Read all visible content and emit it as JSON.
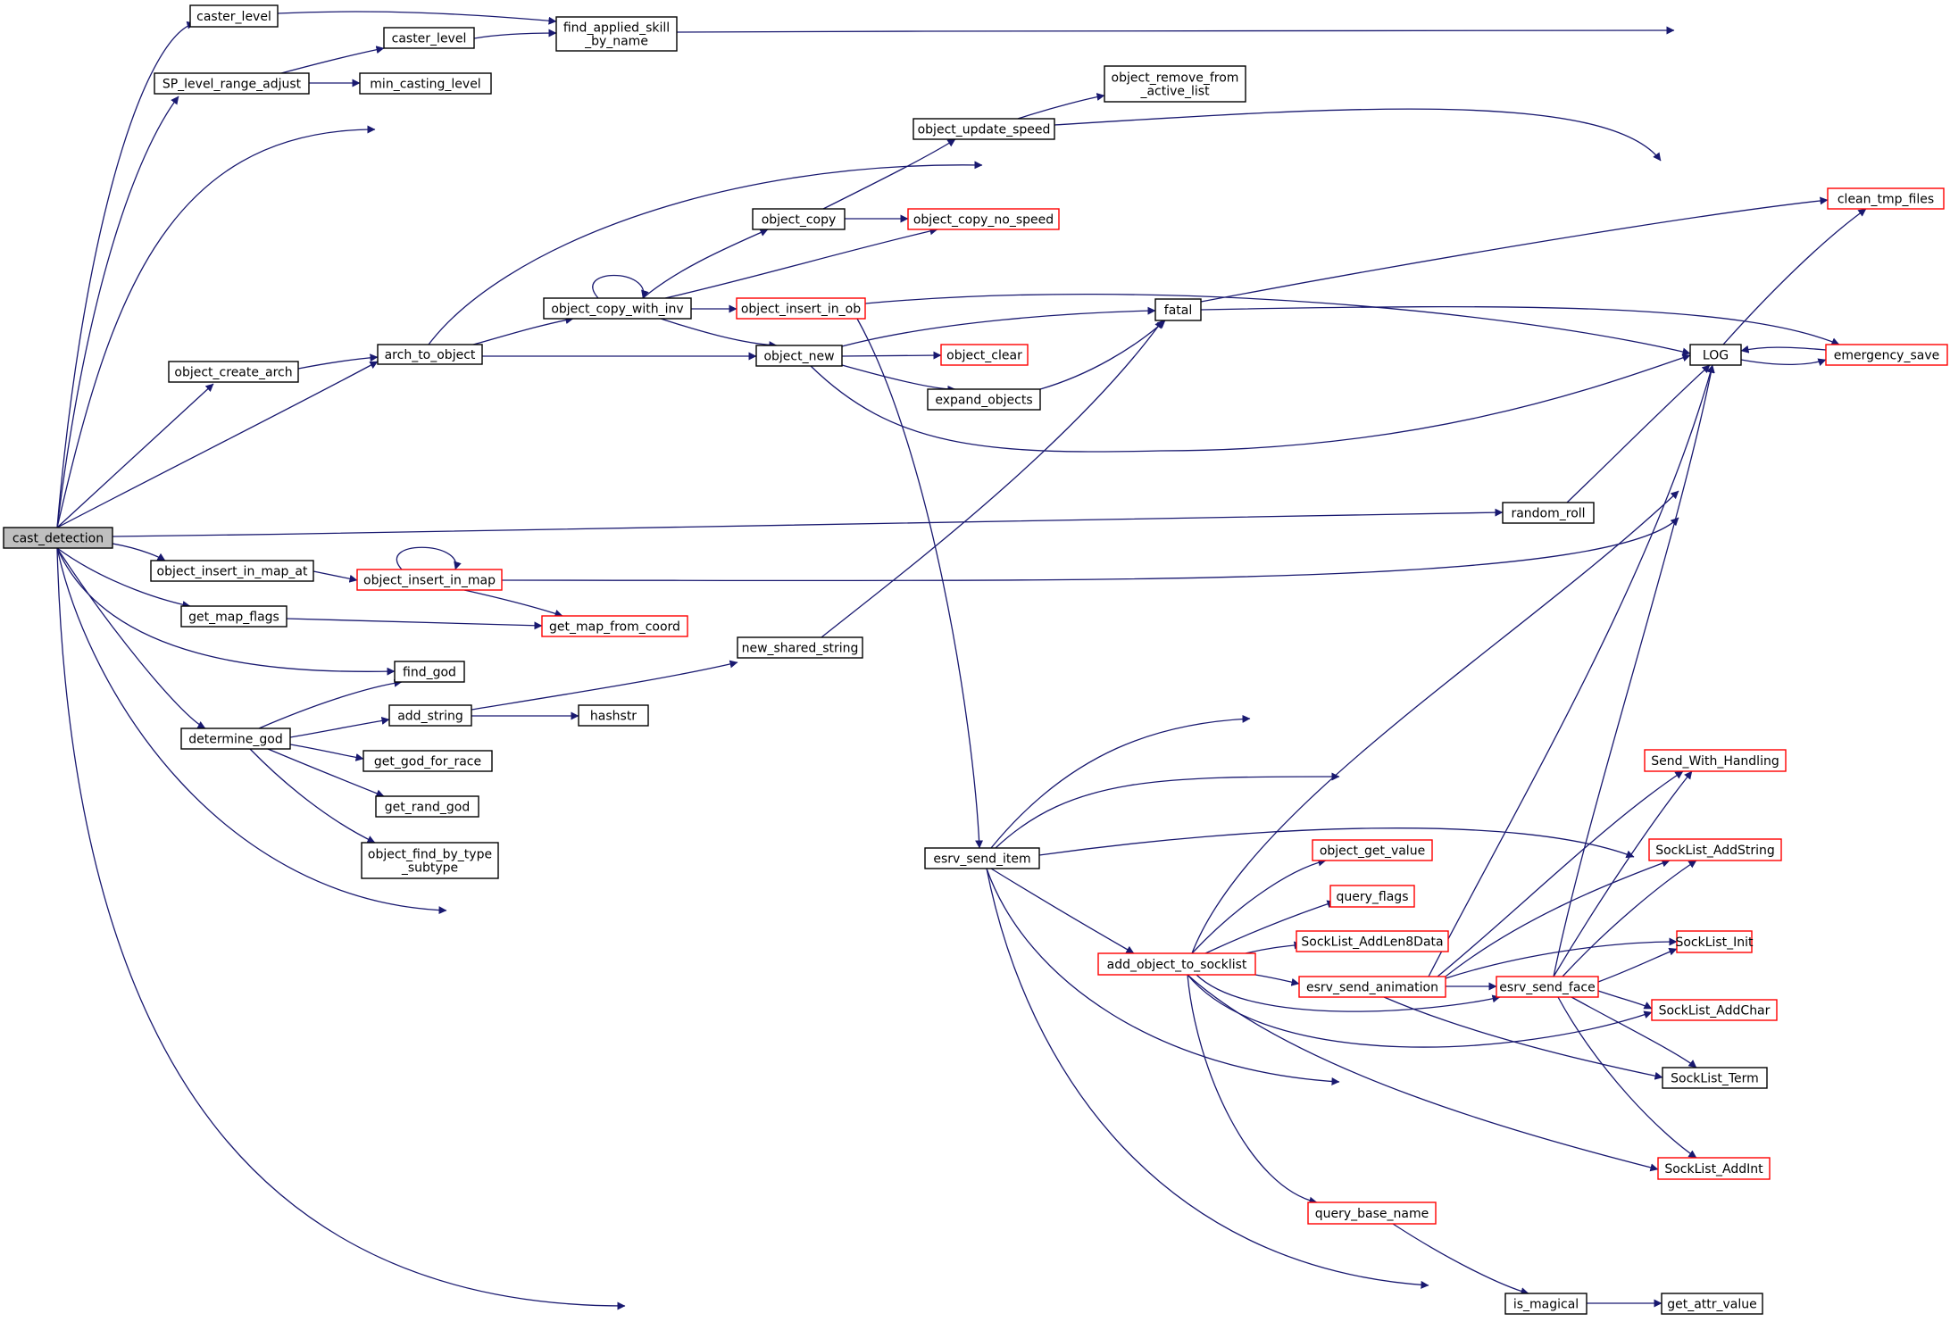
{
  "graph": {
    "title": "",
    "colors": {
      "edge": "#191970",
      "normal_border": "#000000",
      "truncated_border": "#ff0000",
      "root_fill": "#bfbfbf",
      "node_fill": "#ffffff"
    },
    "nodes": [
      {
        "id": "cast_detection",
        "lines": [
          "cast_detection"
        ],
        "style": "root"
      },
      {
        "id": "caster_level_1",
        "lines": [
          "caster_level"
        ],
        "style": "normal"
      },
      {
        "id": "sp_level_range_adjust",
        "lines": [
          "SP_level_range_adjust"
        ],
        "style": "normal"
      },
      {
        "id": "caster_level_2",
        "lines": [
          "caster_level"
        ],
        "style": "normal"
      },
      {
        "id": "find_applied_skill_by_name",
        "lines": [
          "find_applied_skill",
          "_by_name"
        ],
        "style": "normal"
      },
      {
        "id": "min_casting_level",
        "lines": [
          "min_casting_level"
        ],
        "style": "normal"
      },
      {
        "id": "object_update_speed",
        "lines": [
          "object_update_speed"
        ],
        "style": "normal"
      },
      {
        "id": "object_remove_from_active_list",
        "lines": [
          "object_remove_from",
          "_active_list"
        ],
        "style": "normal"
      },
      {
        "id": "object_copy",
        "lines": [
          "object_copy"
        ],
        "style": "normal"
      },
      {
        "id": "object_copy_no_speed",
        "lines": [
          "object_copy_no_speed"
        ],
        "style": "truncated"
      },
      {
        "id": "object_copy_with_inv",
        "lines": [
          "object_copy_with_inv"
        ],
        "style": "normal"
      },
      {
        "id": "object_insert_in_ob",
        "lines": [
          "object_insert_in_ob"
        ],
        "style": "truncated"
      },
      {
        "id": "object_create_arch",
        "lines": [
          "object_create_arch"
        ],
        "style": "normal"
      },
      {
        "id": "arch_to_object",
        "lines": [
          "arch_to_object"
        ],
        "style": "normal"
      },
      {
        "id": "object_new",
        "lines": [
          "object_new"
        ],
        "style": "normal"
      },
      {
        "id": "object_clear",
        "lines": [
          "object_clear"
        ],
        "style": "truncated"
      },
      {
        "id": "expand_objects",
        "lines": [
          "expand_objects"
        ],
        "style": "normal"
      },
      {
        "id": "fatal",
        "lines": [
          "fatal"
        ],
        "style": "normal"
      },
      {
        "id": "clean_tmp_files",
        "lines": [
          "clean_tmp_files"
        ],
        "style": "truncated"
      },
      {
        "id": "log",
        "lines": [
          "LOG"
        ],
        "style": "normal"
      },
      {
        "id": "emergency_save",
        "lines": [
          "emergency_save"
        ],
        "style": "truncated"
      },
      {
        "id": "random_roll",
        "lines": [
          "random_roll"
        ],
        "style": "normal"
      },
      {
        "id": "object_insert_in_map_at",
        "lines": [
          "object_insert_in_map_at"
        ],
        "style": "normal"
      },
      {
        "id": "object_insert_in_map",
        "lines": [
          "object_insert_in_map"
        ],
        "style": "truncated"
      },
      {
        "id": "get_map_flags",
        "lines": [
          "get_map_flags"
        ],
        "style": "normal"
      },
      {
        "id": "get_map_from_coord",
        "lines": [
          "get_map_from_coord"
        ],
        "style": "truncated"
      },
      {
        "id": "new_shared_string",
        "lines": [
          "new_shared_string"
        ],
        "style": "normal"
      },
      {
        "id": "find_god",
        "lines": [
          "find_god"
        ],
        "style": "normal"
      },
      {
        "id": "add_string",
        "lines": [
          "add_string"
        ],
        "style": "normal"
      },
      {
        "id": "hashstr",
        "lines": [
          "hashstr"
        ],
        "style": "normal"
      },
      {
        "id": "determine_god",
        "lines": [
          "determine_god"
        ],
        "style": "normal"
      },
      {
        "id": "get_god_for_race",
        "lines": [
          "get_god_for_race"
        ],
        "style": "normal"
      },
      {
        "id": "get_rand_god",
        "lines": [
          "get_rand_god"
        ],
        "style": "normal"
      },
      {
        "id": "object_find_by_type_subtype",
        "lines": [
          "object_find_by_type",
          "_subtype"
        ],
        "style": "normal"
      },
      {
        "id": "esrv_send_item",
        "lines": [
          "esrv_send_item"
        ],
        "style": "normal"
      },
      {
        "id": "send_with_handling",
        "lines": [
          "Send_With_Handling"
        ],
        "style": "truncated"
      },
      {
        "id": "socklist_addstring",
        "lines": [
          "SockList_AddString"
        ],
        "style": "truncated"
      },
      {
        "id": "object_get_value",
        "lines": [
          "object_get_value"
        ],
        "style": "truncated"
      },
      {
        "id": "query_flags",
        "lines": [
          "query_flags"
        ],
        "style": "truncated"
      },
      {
        "id": "socklist_addlen8data",
        "lines": [
          "SockList_AddLen8Data"
        ],
        "style": "truncated"
      },
      {
        "id": "socklist_init",
        "lines": [
          "SockList_Init"
        ],
        "style": "truncated"
      },
      {
        "id": "add_object_to_socklist",
        "lines": [
          "add_object_to_socklist"
        ],
        "style": "truncated"
      },
      {
        "id": "esrv_send_animation",
        "lines": [
          "esrv_send_animation"
        ],
        "style": "truncated"
      },
      {
        "id": "esrv_send_face",
        "lines": [
          "esrv_send_face"
        ],
        "style": "truncated"
      },
      {
        "id": "socklist_addchar",
        "lines": [
          "SockList_AddChar"
        ],
        "style": "truncated"
      },
      {
        "id": "socklist_term",
        "lines": [
          "SockList_Term"
        ],
        "style": "normal"
      },
      {
        "id": "socklist_addint",
        "lines": [
          "SockList_AddInt"
        ],
        "style": "truncated"
      },
      {
        "id": "query_base_name",
        "lines": [
          "query_base_name"
        ],
        "style": "truncated"
      },
      {
        "id": "is_magical",
        "lines": [
          "is_magical"
        ],
        "style": "normal"
      },
      {
        "id": "get_attr_value",
        "lines": [
          "get_attr_value"
        ],
        "style": "normal"
      }
    ],
    "edges": [
      {
        "from": "cast_detection",
        "to": "caster_level_1"
      },
      {
        "from": "cast_detection",
        "to": "sp_level_range_adjust"
      },
      {
        "from": "cast_detection",
        "to": "object_update_speed"
      },
      {
        "from": "cast_detection",
        "to": "object_create_arch"
      },
      {
        "from": "cast_detection",
        "to": "arch_to_object"
      },
      {
        "from": "cast_detection",
        "to": "random_roll"
      },
      {
        "from": "cast_detection",
        "to": "object_insert_in_map_at"
      },
      {
        "from": "cast_detection",
        "to": "get_map_flags"
      },
      {
        "from": "cast_detection",
        "to": "find_god"
      },
      {
        "from": "cast_detection",
        "to": "determine_god"
      },
      {
        "from": "cast_detection",
        "to": "esrv_send_item"
      },
      {
        "from": "cast_detection",
        "to": "is_magical"
      },
      {
        "from": "caster_level_1",
        "to": "find_applied_skill_by_name"
      },
      {
        "from": "sp_level_range_adjust",
        "to": "caster_level_2"
      },
      {
        "from": "sp_level_range_adjust",
        "to": "min_casting_level"
      },
      {
        "from": "caster_level_2",
        "to": "find_applied_skill_by_name"
      },
      {
        "from": "find_applied_skill_by_name",
        "to": "log"
      },
      {
        "from": "object_update_speed",
        "to": "object_remove_from_active_list"
      },
      {
        "from": "object_update_speed",
        "to": "log"
      },
      {
        "from": "object_create_arch",
        "to": "arch_to_object"
      },
      {
        "from": "arch_to_object",
        "to": "log"
      },
      {
        "from": "arch_to_object",
        "to": "object_copy_with_inv"
      },
      {
        "from": "arch_to_object",
        "to": "object_new"
      },
      {
        "from": "object_copy_with_inv",
        "to": "object_copy_with_inv"
      },
      {
        "from": "object_copy_with_inv",
        "to": "object_copy"
      },
      {
        "from": "object_copy_with_inv",
        "to": "object_copy_no_speed"
      },
      {
        "from": "object_copy_with_inv",
        "to": "object_insert_in_ob"
      },
      {
        "from": "object_copy_with_inv",
        "to": "object_new"
      },
      {
        "from": "object_copy",
        "to": "object_update_speed"
      },
      {
        "from": "object_copy",
        "to": "object_copy_no_speed"
      },
      {
        "from": "object_insert_in_ob",
        "to": "log"
      },
      {
        "from": "object_insert_in_ob",
        "to": "esrv_send_item"
      },
      {
        "from": "object_new",
        "to": "fatal"
      },
      {
        "from": "object_new",
        "to": "object_clear"
      },
      {
        "from": "object_new",
        "to": "expand_objects"
      },
      {
        "from": "object_new",
        "to": "log"
      },
      {
        "from": "expand_objects",
        "to": "fatal"
      },
      {
        "from": "fatal",
        "to": "clean_tmp_files"
      },
      {
        "from": "fatal",
        "to": "emergency_save"
      },
      {
        "from": "log",
        "to": "clean_tmp_files"
      },
      {
        "from": "log",
        "to": "emergency_save"
      },
      {
        "from": "emergency_save",
        "to": "log"
      },
      {
        "from": "random_roll",
        "to": "log"
      },
      {
        "from": "object_insert_in_map_at",
        "to": "object_insert_in_map"
      },
      {
        "from": "object_insert_in_map",
        "to": "object_insert_in_map"
      },
      {
        "from": "object_insert_in_map",
        "to": "get_map_from_coord"
      },
      {
        "from": "object_insert_in_map",
        "to": "log"
      },
      {
        "from": "get_map_flags",
        "to": "get_map_from_coord"
      },
      {
        "from": "determine_god",
        "to": "find_god"
      },
      {
        "from": "determine_god",
        "to": "add_string"
      },
      {
        "from": "determine_god",
        "to": "get_god_for_race"
      },
      {
        "from": "determine_god",
        "to": "get_rand_god"
      },
      {
        "from": "determine_god",
        "to": "object_find_by_type_subtype"
      },
      {
        "from": "add_string",
        "to": "new_shared_string"
      },
      {
        "from": "add_string",
        "to": "hashstr"
      },
      {
        "from": "new_shared_string",
        "to": "fatal"
      },
      {
        "from": "esrv_send_item",
        "to": "send_with_handling"
      },
      {
        "from": "esrv_send_item",
        "to": "socklist_addstring"
      },
      {
        "from": "esrv_send_item",
        "to": "socklist_init"
      },
      {
        "from": "esrv_send_item",
        "to": "add_object_to_socklist"
      },
      {
        "from": "esrv_send_item",
        "to": "socklist_term"
      },
      {
        "from": "esrv_send_item",
        "to": "socklist_addint"
      },
      {
        "from": "add_object_to_socklist",
        "to": "log"
      },
      {
        "from": "add_object_to_socklist",
        "to": "object_get_value"
      },
      {
        "from": "add_object_to_socklist",
        "to": "query_flags"
      },
      {
        "from": "add_object_to_socklist",
        "to": "socklist_addlen8data"
      },
      {
        "from": "add_object_to_socklist",
        "to": "esrv_send_animation"
      },
      {
        "from": "add_object_to_socklist",
        "to": "esrv_send_face"
      },
      {
        "from": "add_object_to_socklist",
        "to": "socklist_addchar"
      },
      {
        "from": "add_object_to_socklist",
        "to": "socklist_addint"
      },
      {
        "from": "add_object_to_socklist",
        "to": "query_base_name"
      },
      {
        "from": "esrv_send_animation",
        "to": "log"
      },
      {
        "from": "esrv_send_animation",
        "to": "send_with_handling"
      },
      {
        "from": "esrv_send_animation",
        "to": "socklist_addstring"
      },
      {
        "from": "esrv_send_animation",
        "to": "socklist_init"
      },
      {
        "from": "esrv_send_animation",
        "to": "esrv_send_face"
      },
      {
        "from": "esrv_send_animation",
        "to": "socklist_term"
      },
      {
        "from": "esrv_send_face",
        "to": "log"
      },
      {
        "from": "esrv_send_face",
        "to": "send_with_handling"
      },
      {
        "from": "esrv_send_face",
        "to": "socklist_addstring"
      },
      {
        "from": "esrv_send_face",
        "to": "socklist_init"
      },
      {
        "from": "esrv_send_face",
        "to": "socklist_addchar"
      },
      {
        "from": "esrv_send_face",
        "to": "socklist_term"
      },
      {
        "from": "esrv_send_face",
        "to": "socklist_addint"
      },
      {
        "from": "query_base_name",
        "to": "is_magical"
      },
      {
        "from": "is_magical",
        "to": "get_attr_value"
      }
    ]
  }
}
